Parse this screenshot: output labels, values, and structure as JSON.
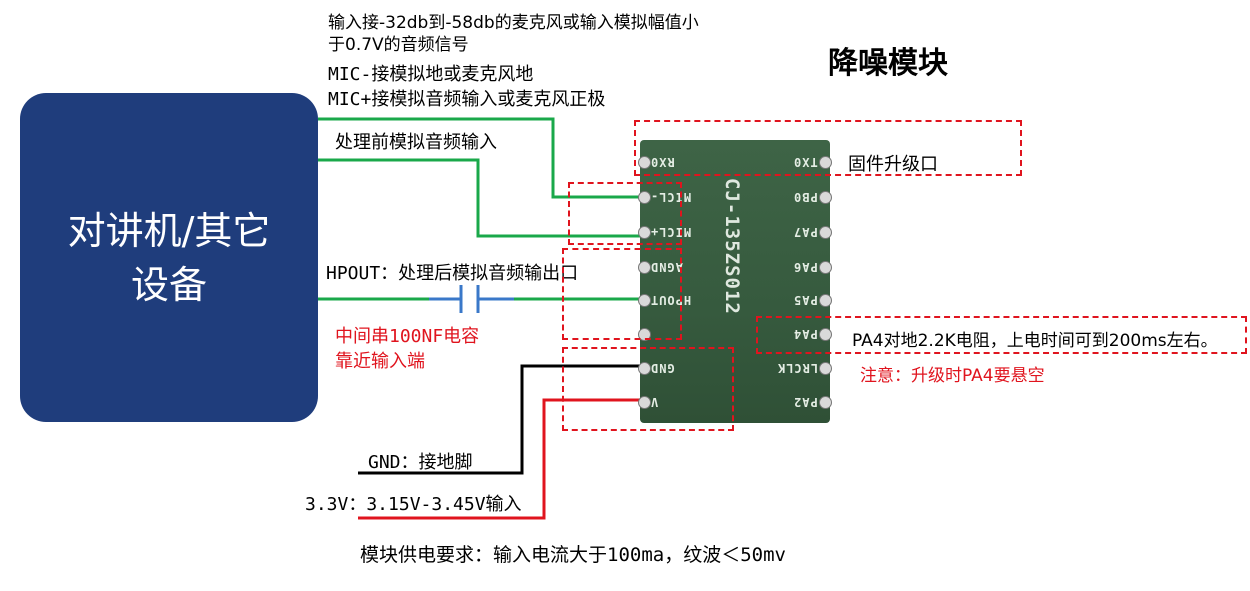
{
  "title": "降噪模块",
  "mic_note_line1": "输入接-32db到-58db的麦克风或输入模拟幅值小",
  "mic_note_line2": "于0.7V的音频信号",
  "mic_minus": "MIC-接模拟地或麦克风地",
  "mic_plus": "MIC+接模拟音频输入或麦克风正极",
  "pre_input": "处理前模拟音频输入",
  "hpout": "HPOUT：处理后模拟音频输出口",
  "cap_line1": "中间串100NF电容",
  "cap_line2": "靠近输入端",
  "device_line1": "对讲机/其它",
  "device_line2": "设备",
  "firmware_port": "固件升级口",
  "pa4_note": "PA4对地2.2K电阻，上电时间可到200ms左右。",
  "pa4_warning": "注意：升级时PA4要悬空",
  "gnd_label": "GND：接地脚",
  "vcc_label": "3.3V：3.15V-3.45V输入",
  "power_req": "模块供电要求：输入电流大于100ma，纹波＜50mv",
  "chip": {
    "model": "CJ-135ZS012",
    "left_pins": [
      "RX0",
      "MICL-",
      "MICL+",
      "AGND",
      "HPOUT",
      "",
      "GND",
      "V"
    ],
    "right_pins": [
      "TX0",
      "PB0",
      "PA7",
      "PA6",
      "PA5",
      "PA4",
      "LRCLK",
      "PA2"
    ]
  },
  "colors": {
    "device_bg": "#1f3d7c",
    "green_wire": "#1aa84a",
    "cap_blue": "#3a78c9",
    "black_wire": "#000000",
    "red_wire": "#e0141e",
    "chip_green": "#3e6446",
    "dashed_red": "#e0141e"
  }
}
